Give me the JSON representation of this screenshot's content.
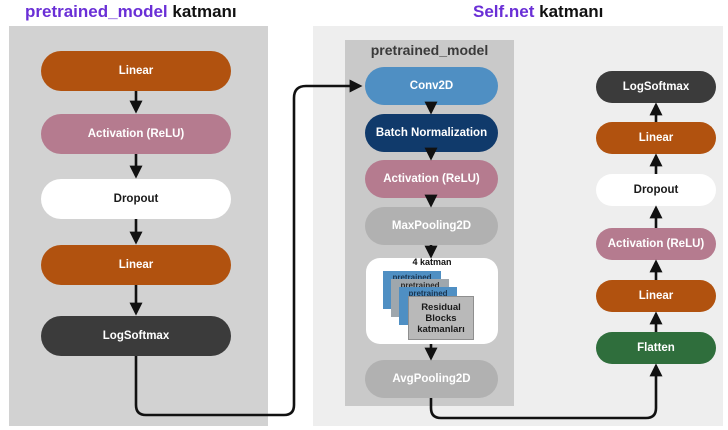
{
  "titles": {
    "left_accent": "pretrained_model",
    "left_rest": " katmanı",
    "right_accent": "Self.net",
    "right_rest": " katmanı"
  },
  "left_column": {
    "nodes": [
      "Linear",
      "Activation (ReLU)",
      "Dropout",
      "Linear",
      "LogSoftmax"
    ]
  },
  "middle_column": {
    "label": "pretrained_model",
    "nodes": [
      "Conv2D",
      "Batch Normalization",
      "Activation (ReLU)",
      "MaxPooling2D",
      "AvgPooling2D"
    ],
    "residual": {
      "count_label": "4 katman",
      "stack_text": "pretrained",
      "card_text": [
        "Residual",
        "Blocks",
        "katmanları"
      ]
    }
  },
  "right_column": {
    "nodes_bottom_to_top": [
      "Flatten",
      "Linear",
      "Activation (ReLU)",
      "Dropout",
      "Linear",
      "LogSoftmax"
    ]
  },
  "colors": {
    "accent_title": "#6a2fd6",
    "linear": "#b1520f",
    "activation": "#b57b8f",
    "dropout": "#ffffff",
    "logsoftmax": "#3b3b3b",
    "conv2d": "#4f8fc3",
    "batchnorm": "#103a6b",
    "pooling": "#b1b1b1",
    "flatten": "#2f6e3c",
    "panel_left": "#d2d2d2",
    "panel_right": "#eeeeee",
    "panel_mid": "#c9c9c9"
  }
}
